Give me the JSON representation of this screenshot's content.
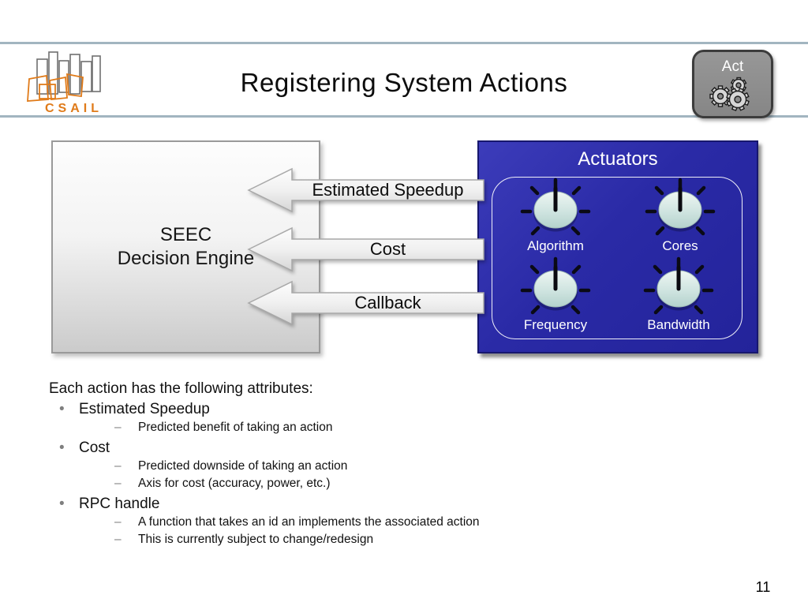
{
  "slide": {
    "title": "Registering System Actions",
    "page_number": "11"
  },
  "header": {
    "logo": {
      "text": "CSAIL"
    },
    "act": {
      "label": "Act"
    }
  },
  "diagram": {
    "seec": {
      "line1": "SEEC",
      "line2": "Decision Engine"
    },
    "arrows": [
      {
        "label": "Estimated Speedup"
      },
      {
        "label": "Cost"
      },
      {
        "label": "Callback"
      }
    ],
    "actuators": {
      "title": "Actuators",
      "knobs": [
        "Algorithm",
        "Cores",
        "Frequency",
        "Bandwidth"
      ]
    }
  },
  "body": {
    "intro": "Each action has the following attributes:",
    "glyphs": {
      "bullet": "•",
      "dash": "–"
    },
    "bullets": [
      {
        "label": "Estimated Speedup",
        "subs": [
          "Predicted benefit of taking an action"
        ]
      },
      {
        "label": "Cost",
        "subs": [
          "Predicted downside of taking an action",
          "Axis for cost (accuracy, power, etc.)"
        ]
      },
      {
        "label": "RPC handle",
        "subs": [
          "A function that takes an id an implements the associated action",
          "This is currently subject to change/redesign"
        ]
      }
    ]
  },
  "colors": {
    "accent_line": "#a2b5c0",
    "actuator_blue": "#2a2aa6",
    "knob_face": "#cfe4e0",
    "act_badge_gray": "#8a8a8a",
    "csail_orange": "#e07b1a",
    "arrow_fill": "#f1f1f1"
  }
}
